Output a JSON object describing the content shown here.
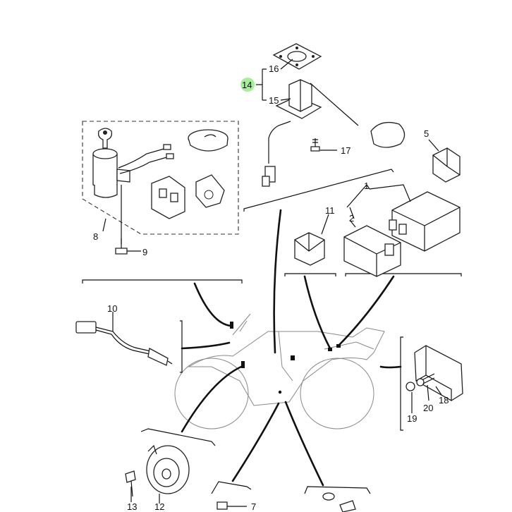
{
  "callouts": {
    "c1": "1",
    "c2": "2",
    "c5": "5",
    "c7": "7",
    "c8": "8",
    "c9": "9",
    "c10": "10",
    "c11": "11",
    "c12": "12",
    "c13": "13",
    "c14": "14",
    "c15": "15",
    "c16": "16",
    "c17": "17",
    "c18": "18",
    "c19": "19",
    "c20": "20"
  },
  "highlight": {
    "callout": "14",
    "color": "#a6ee9a"
  },
  "colors": {
    "line": "#111111",
    "background": "#ffffff"
  }
}
